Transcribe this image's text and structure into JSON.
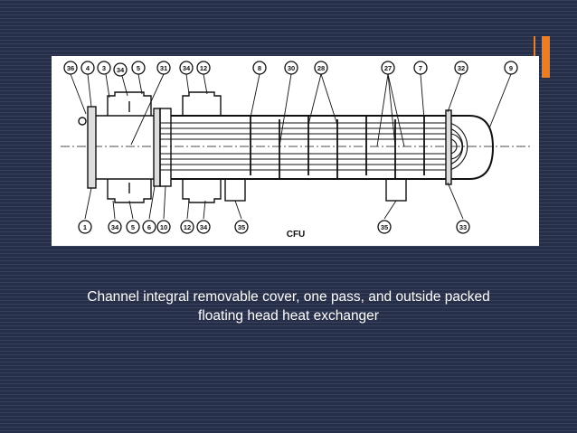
{
  "slide": {
    "accent_color": "#f07c1e",
    "background_color": "#2b3452",
    "caption_line1": "Channel integral removable cover, one pass, and outside packed",
    "caption_line2": "floating head heat exchanger"
  },
  "diagram": {
    "title": "CFU",
    "callouts": [
      "36",
      "4",
      "3",
      "34",
      "5",
      "31",
      "34",
      "12",
      "8",
      "30",
      "28",
      "27",
      "7",
      "32",
      "9",
      "1",
      "34",
      "5",
      "6",
      "10",
      "12",
      "34",
      "35",
      "35",
      "33"
    ]
  }
}
